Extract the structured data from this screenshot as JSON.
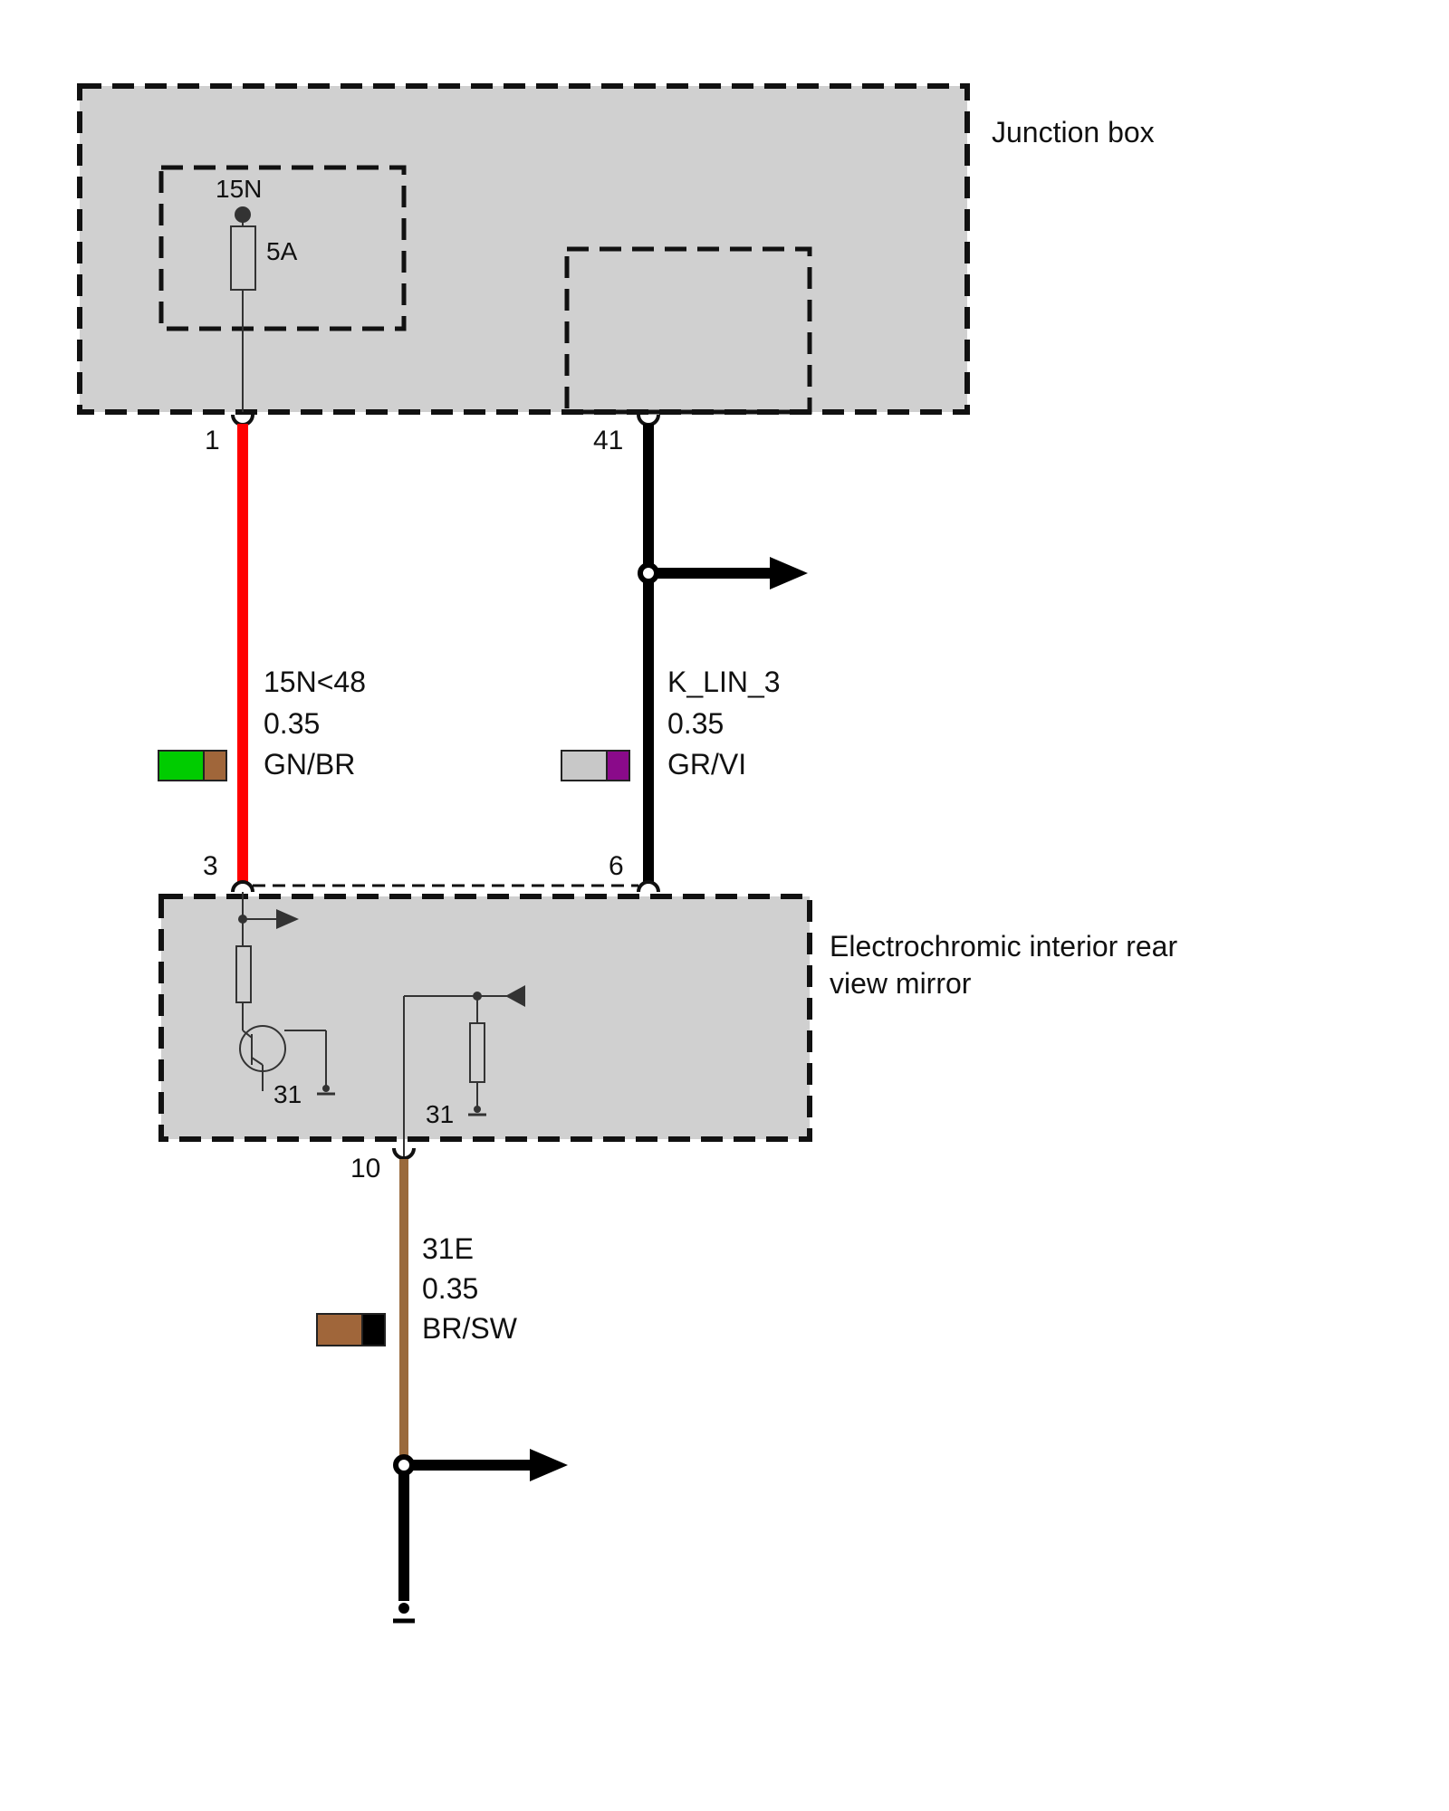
{
  "modules": {
    "junction_box": {
      "title": "Junction box"
    },
    "mirror": {
      "title_line1": "Electrochromic interior rear",
      "title_line2": "view mirror"
    }
  },
  "fuse": {
    "terminal": "15N",
    "rating": "5A"
  },
  "pins": {
    "jb_1": "1",
    "jb_41": "41",
    "mirror_3": "3",
    "mirror_6": "6",
    "mirror_10": "10"
  },
  "ground_labels": {
    "left": "31",
    "right": "31"
  },
  "wires": [
    {
      "id": "w1",
      "signal": "15N<48",
      "gauge": "0.35",
      "color_code": "GN/BR",
      "colors": [
        "#00cc00",
        "#a0663a"
      ],
      "line_color": "#ff0000"
    },
    {
      "id": "w2",
      "signal": "K_LIN_3",
      "gauge": "0.35",
      "color_code": "GR/VI",
      "colors": [
        "#c8c8c8",
        "#8a0a8a"
      ],
      "line_color": "#000000"
    },
    {
      "id": "w3",
      "signal": "31E",
      "gauge": "0.35",
      "color_code": "BR/SW",
      "colors": [
        "#a0663a",
        "#000000"
      ],
      "line_color": "#9a6a3c"
    }
  ]
}
